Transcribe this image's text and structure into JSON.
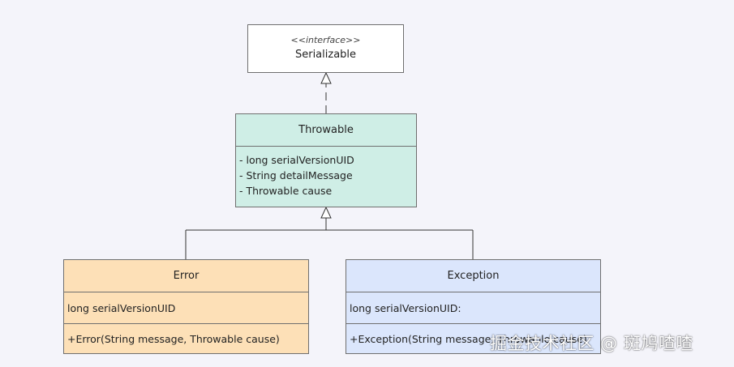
{
  "interface_box": {
    "stereotype": "<<interface>>",
    "name": "Serializable",
    "color": "#ffffff"
  },
  "throwable": {
    "name": "Throwable",
    "color": "#cfeee6",
    "attributes": [
      "- long serialVersionUID",
      "- String detailMessage",
      "- Throwable cause"
    ]
  },
  "error": {
    "name": "Error",
    "color": "#fde0b7",
    "attribute": "long serialVersionUID",
    "operation": "+Error(String message, Throwable cause)"
  },
  "exception": {
    "name": "Exception",
    "color": "#dbe6fc",
    "attribute": "long serialVersionUID:",
    "operation": "+Exception(String message, Throwable cause)"
  },
  "relations": [
    {
      "type": "realization",
      "from": "Throwable",
      "to": "Serializable"
    },
    {
      "type": "generalization",
      "from": "Error",
      "to": "Throwable"
    },
    {
      "type": "generalization",
      "from": "Exception",
      "to": "Throwable"
    }
  ],
  "watermark": "掘金技术社区 @ 斑鸠喳喳"
}
